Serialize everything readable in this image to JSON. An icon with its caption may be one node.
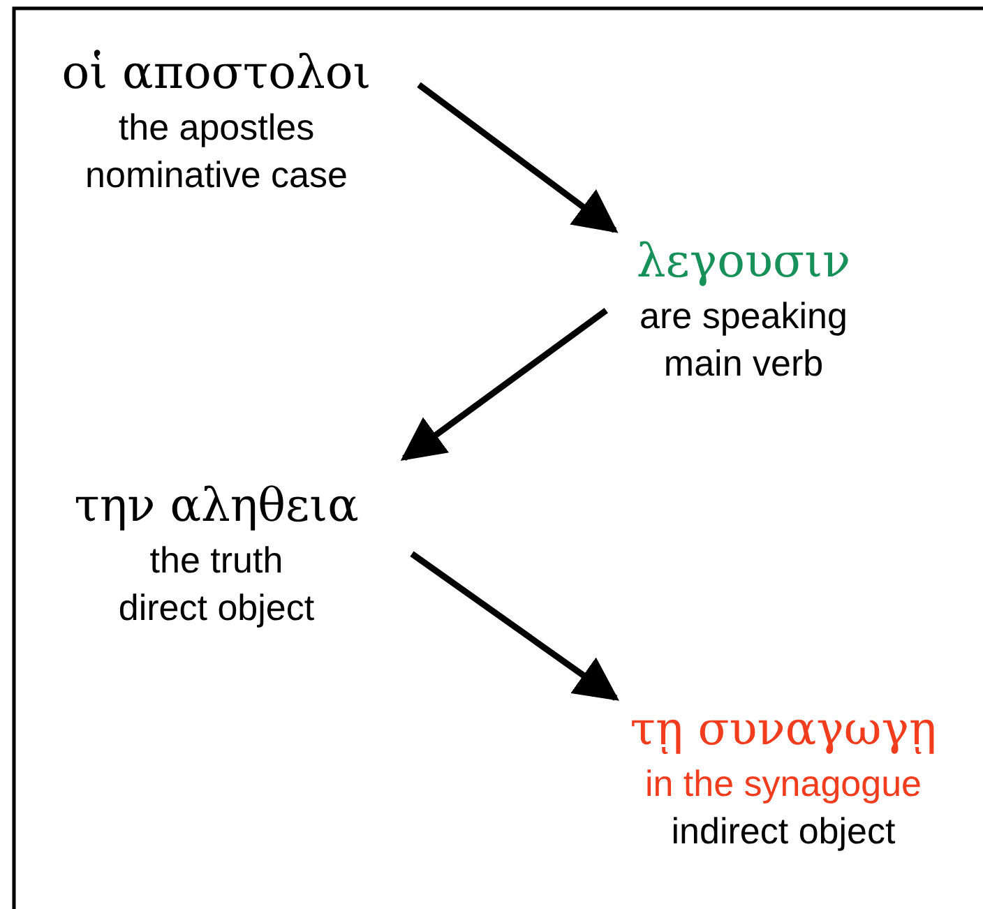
{
  "diagram": {
    "nodes": [
      {
        "text": [
          "οἱ αποστολοι",
          "the apostles",
          "nominative case"
        ]
      },
      {
        "text": [
          "λεγουσιν",
          "are speaking",
          "main verb"
        ]
      },
      {
        "text": [
          "την αληθεια",
          "the truth",
          "direct object"
        ]
      },
      {
        "text": [
          "τῃ συναγωγῃ",
          "in the synagogue",
          "indirect object"
        ]
      }
    ],
    "edges": [
      {
        "from": 0,
        "to": 1,
        "arrow": "to"
      },
      {
        "from": 1,
        "to": 2,
        "arrow": "to"
      },
      {
        "from": 2,
        "to": 3,
        "arrow": "to"
      }
    ]
  }
}
